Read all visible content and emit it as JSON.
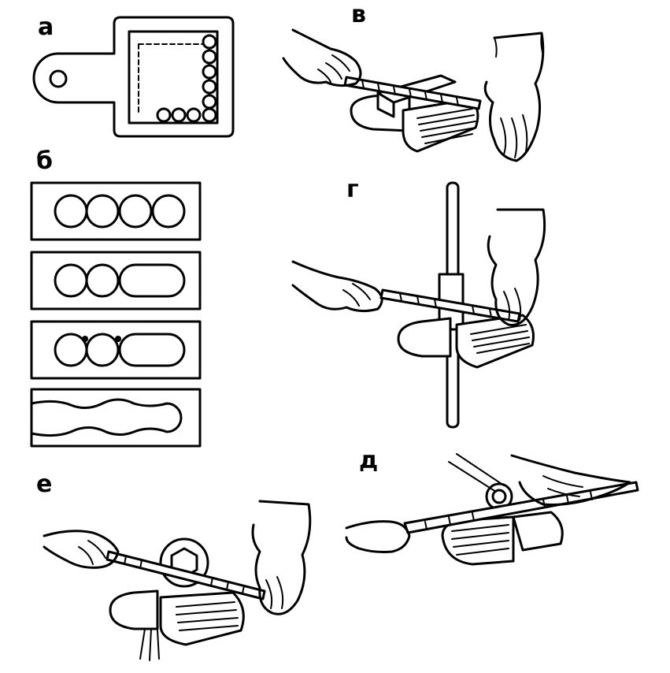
{
  "labels": {
    "a": "а",
    "b": "б",
    "v": "в",
    "g": "г",
    "d": "д",
    "e": "е"
  }
}
